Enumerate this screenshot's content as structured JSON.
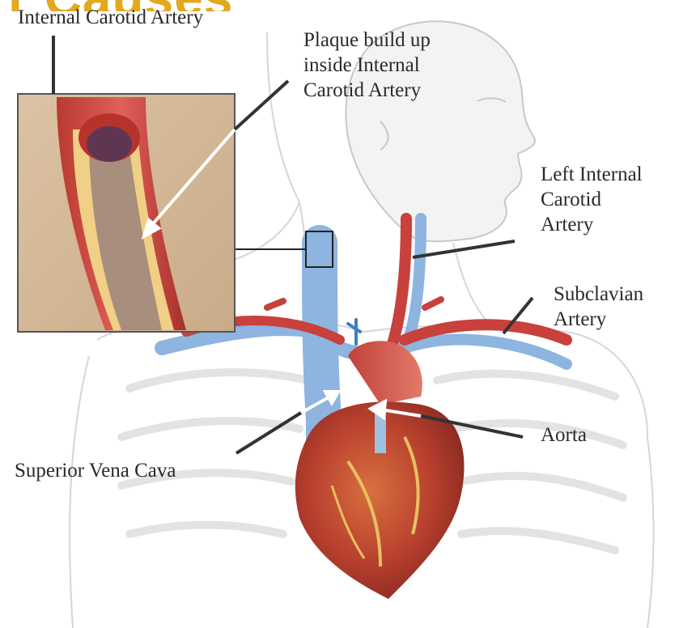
{
  "colors": {
    "title_gold": "#e2a81e",
    "artery_red": "#c8413c",
    "vein_blue": "#8eb4e0",
    "plaque_yellow": "#e8d08a",
    "heart_red": "#b23a2c",
    "label_text": "#2a2a2a",
    "pointer_line": "#333333"
  },
  "partial_title": "r Causes",
  "labels": {
    "internal_carotid": "Internal Carotid Artery",
    "plaque": "Plaque build up\ninside Internal\nCarotid Artery",
    "left_internal_carotid": "Left Internal\nCarotid\nArtery",
    "subclavian": "Subclavian\nArtery",
    "aorta": "Aorta",
    "svc": "Superior Vena Cava"
  }
}
